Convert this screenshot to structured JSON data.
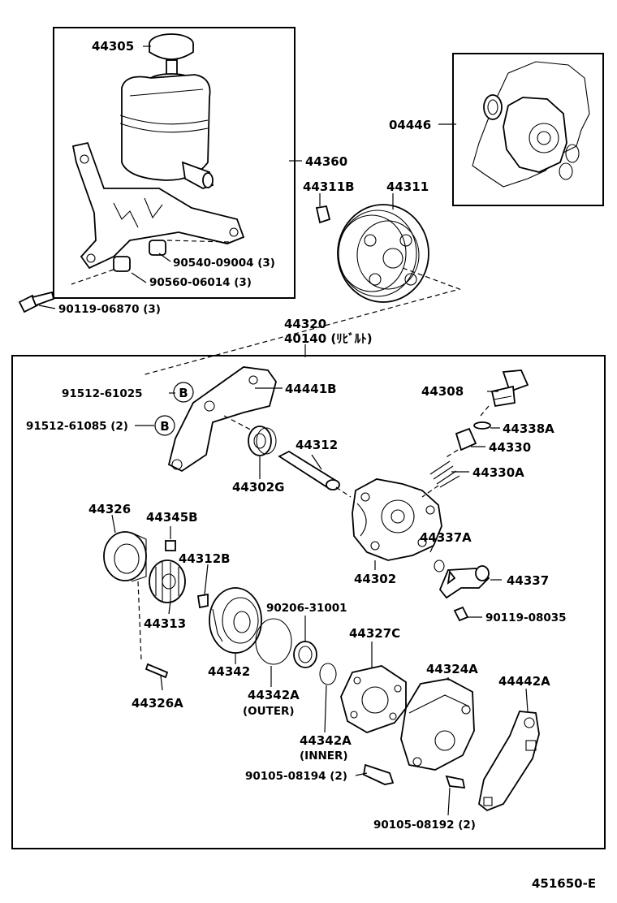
{
  "labels": {
    "p44305": "44305",
    "p44360": "44360",
    "p90540": "90540-09004 (3)",
    "p90560": "90560-06014 (3)",
    "p90119a": "90119-06870 (3)",
    "p04446": "04446",
    "p44311b": "44311B",
    "p44311": "44311",
    "p44320": "44320",
    "p40140": "40140 (ﾘﾋﾞﾙﾄ)",
    "p91512a": "91512-61025",
    "p91512b": "91512-61085 (2)",
    "p44441b": "44441B",
    "p44308": "44308",
    "p44338a": "44338A",
    "p44330": "44330",
    "p44330a": "44330A",
    "p44312": "44312",
    "p44302g": "44302G",
    "p44326": "44326",
    "p44345b": "44345B",
    "p44312b": "44312B",
    "p44337a": "44337A",
    "p44302": "44302",
    "p44337": "44337",
    "p44313": "44313",
    "p90206": "90206-31001",
    "p90119b": "90119-08035",
    "p44327c": "44327C",
    "p44342": "44342",
    "p44324a": "44324A",
    "p44442a": "44442A",
    "p44342a_o": "44342A",
    "p_outer": "(OUTER)",
    "p44326a": "44326A",
    "p44342a_i": "44342A",
    "p_inner": "(INNER)",
    "p90105a": "90105-08194 (2)",
    "p90105b": "90105-08192 (2)",
    "callout_b": "B",
    "illust_no": "451650-E"
  }
}
